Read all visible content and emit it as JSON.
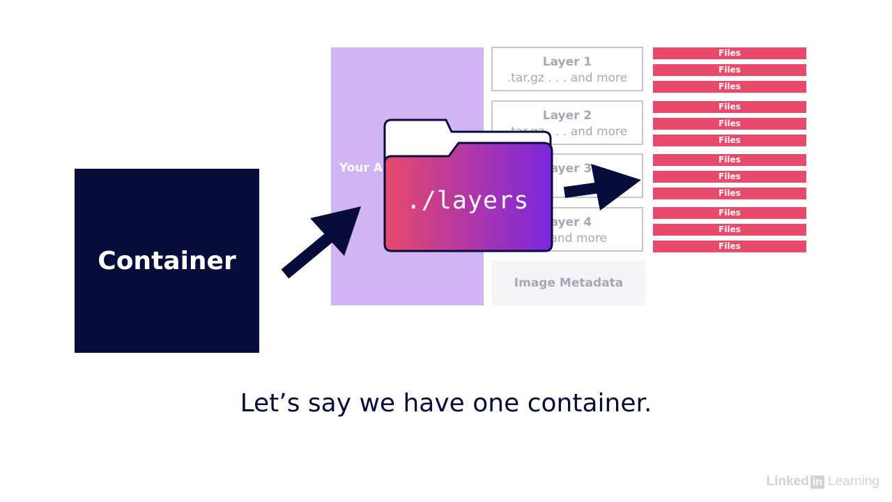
{
  "container": {
    "label": "Container"
  },
  "app_panel": {
    "label": "Your A"
  },
  "layers": [
    {
      "title": "Layer 1",
      "subtitle": ".tar.gz . . . and more"
    },
    {
      "title": "Layer 2",
      "subtitle": ".tar.gz . . . and more"
    },
    {
      "title": "Layer 3",
      "subtitle": ""
    },
    {
      "title": "Layer 4",
      "subtitle": ". . . and more"
    }
  ],
  "metadata": {
    "label": "Image Metadata"
  },
  "files": [
    "Files",
    "Files",
    "Files",
    "Files",
    "Files",
    "Files",
    "Files",
    "Files",
    "Files",
    "Files",
    "Files",
    "Files"
  ],
  "folder": {
    "label": "./layers"
  },
  "caption": "Let’s say we have one container.",
  "logo": {
    "linked": "Linked",
    "in": "in",
    "learning": "Learning"
  },
  "colors": {
    "navy": "#070c3a",
    "lavender": "#d0b4f4",
    "pink": "#e84a6b",
    "gradient_start": "#e8496b",
    "gradient_end": "#7a26e0"
  }
}
